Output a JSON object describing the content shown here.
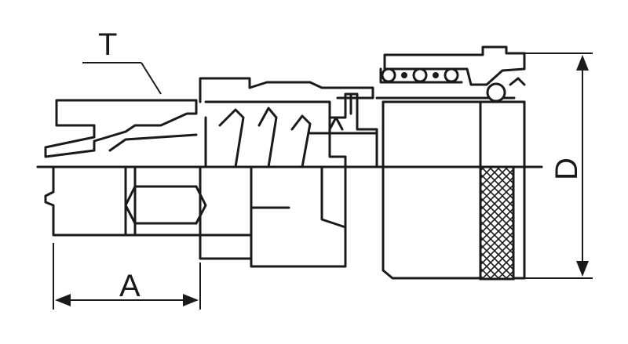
{
  "diagram": {
    "labels": {
      "t": "T",
      "a": "A",
      "d": "D"
    },
    "colors": {
      "stroke": "#1a1a1a",
      "background": "#ffffff"
    }
  }
}
